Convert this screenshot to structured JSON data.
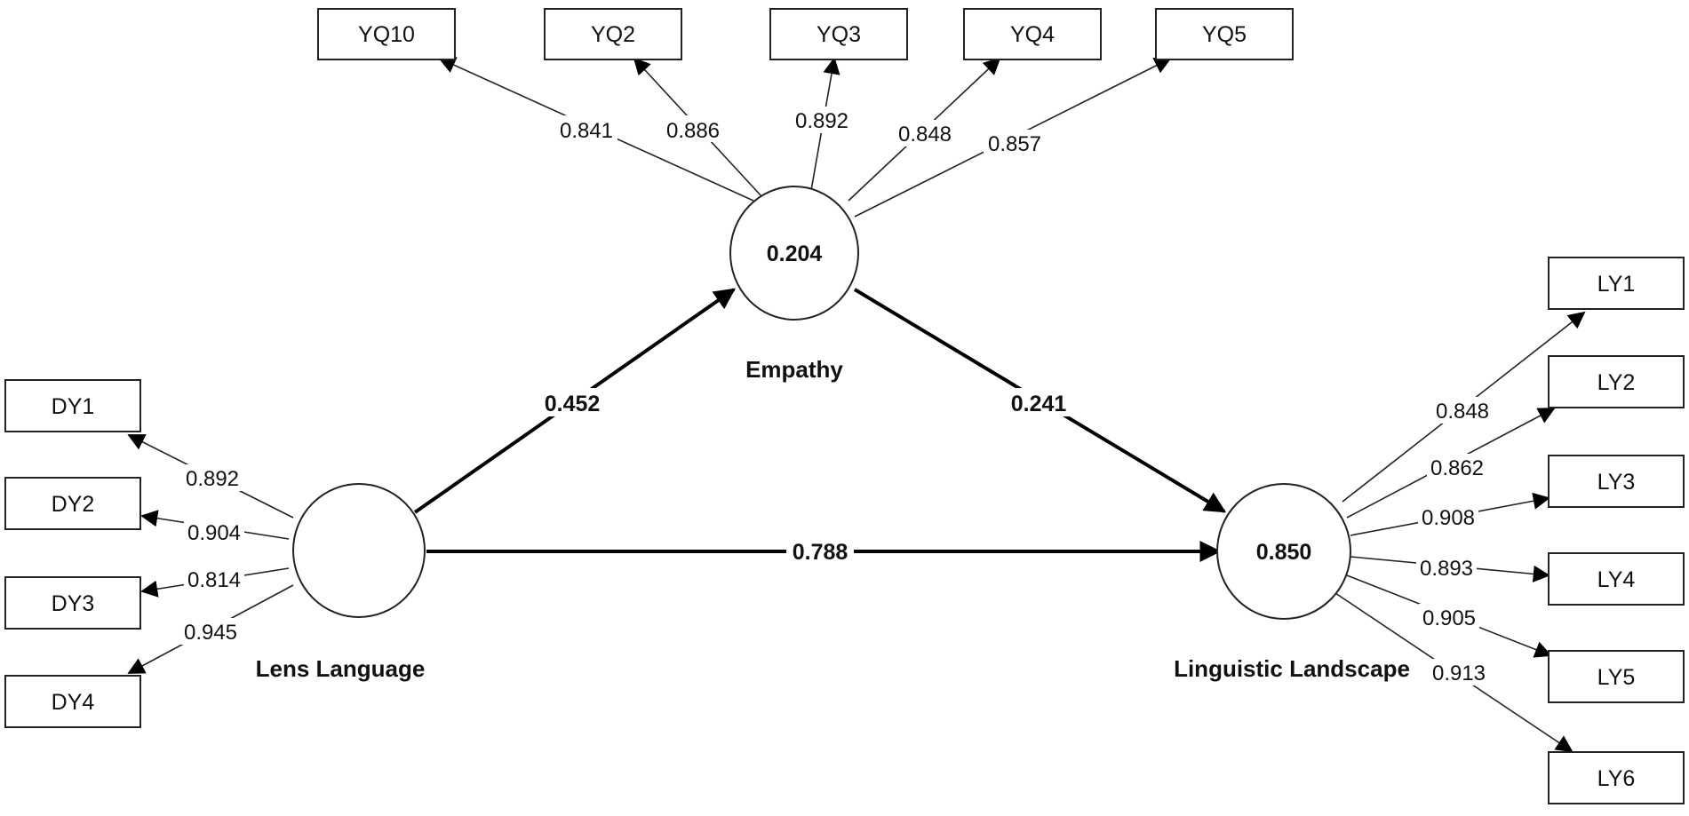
{
  "constructs": {
    "lens_language": {
      "name": "Lens Language",
      "r2": ""
    },
    "empathy": {
      "name": "Empathy",
      "r2": "0.204"
    },
    "linguistic_landscape": {
      "name": "Linguistic Landscape",
      "r2": "0.850"
    }
  },
  "indicators": {
    "empathy": [
      {
        "name": "YQ10",
        "loading": "0.841"
      },
      {
        "name": "YQ2",
        "loading": "0.886"
      },
      {
        "name": "YQ3",
        "loading": "0.892"
      },
      {
        "name": "YQ4",
        "loading": "0.848"
      },
      {
        "name": "YQ5",
        "loading": "0.857"
      }
    ],
    "lens_language": [
      {
        "name": "DY1",
        "loading": "0.892"
      },
      {
        "name": "DY2",
        "loading": "0.904"
      },
      {
        "name": "DY3",
        "loading": "0.814"
      },
      {
        "name": "DY4",
        "loading": "0.945"
      }
    ],
    "linguistic_landscape": [
      {
        "name": "LY1",
        "loading": "0.848"
      },
      {
        "name": "LY2",
        "loading": "0.862"
      },
      {
        "name": "LY3",
        "loading": "0.908"
      },
      {
        "name": "LY4",
        "loading": "0.893"
      },
      {
        "name": "LY5",
        "loading": "0.905"
      },
      {
        "name": "LY6",
        "loading": "0.913"
      }
    ]
  },
  "paths": {
    "lens_to_empathy": "0.452",
    "empathy_to_landscape": "0.241",
    "lens_to_landscape": "0.788"
  }
}
